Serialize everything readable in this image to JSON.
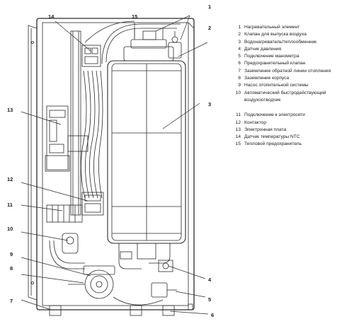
{
  "legend_group_1": [
    {
      "num": "1",
      "text": "Нагревательный элемент"
    },
    {
      "num": "2",
      "text": "Клапан для выпуска воздуха"
    },
    {
      "num": "3",
      "text": "Водонагреватель/теплообменник"
    },
    {
      "num": "4",
      "text": "Датчик давления"
    },
    {
      "num": "5",
      "text": "Подключение манометра"
    },
    {
      "num": "6",
      "text": "Предохранительный клапан"
    },
    {
      "num": "7",
      "text": "Заземление обратной линии отопления"
    },
    {
      "num": "8",
      "text": "Заземление корпуса"
    },
    {
      "num": "9",
      "text": "Насос отопительной системы"
    },
    {
      "num": "10",
      "text": "Автоматический быстродействующий воздухоотводчик"
    }
  ],
  "legend_group_2": [
    {
      "num": "11",
      "text": "Подключение к электросети"
    },
    {
      "num": "12",
      "text": "Контактор"
    },
    {
      "num": "13",
      "text": "Электронная плата"
    },
    {
      "num": "14",
      "text": "Датчик температуры NTC"
    },
    {
      "num": "15",
      "text": "Тепловой предохранитель"
    }
  ],
  "callouts": {
    "c1": "1",
    "c2": "2",
    "c3": "3",
    "c4": "4",
    "c5": "5",
    "c6": "6",
    "c7": "7",
    "c8": "8",
    "c9": "9",
    "c10": "10",
    "c11": "11",
    "c12": "12",
    "c13": "13",
    "c14": "14",
    "c15": "15"
  }
}
